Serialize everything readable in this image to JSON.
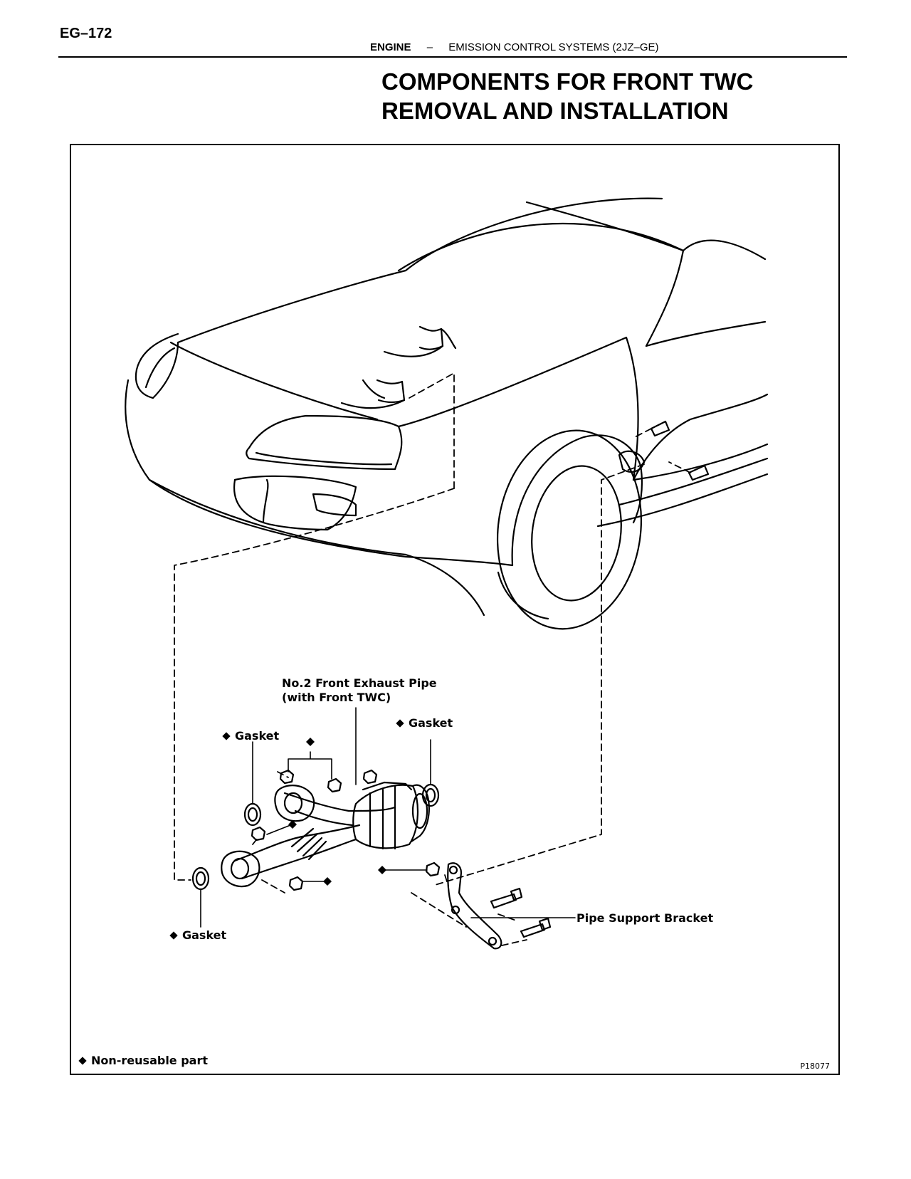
{
  "page_number": "EG–172",
  "header": {
    "section": "ENGINE",
    "separator": "–",
    "subsection": "EMISSION CONTROL SYSTEMS (2JZ–GE)"
  },
  "title": {
    "line1": "COMPONENTS FOR FRONT TWC",
    "line2": "REMOVAL AND INSTALLATION"
  },
  "figure": {
    "labels": {
      "exhaust_pipe_line1": "No.2 Front Exhaust Pipe",
      "exhaust_pipe_line2": "(with Front TWC)",
      "gasket": "Gasket",
      "pipe_support_bracket": "Pipe Support Bracket"
    },
    "legend": "Non-reusable part",
    "figure_id": "P18077"
  }
}
